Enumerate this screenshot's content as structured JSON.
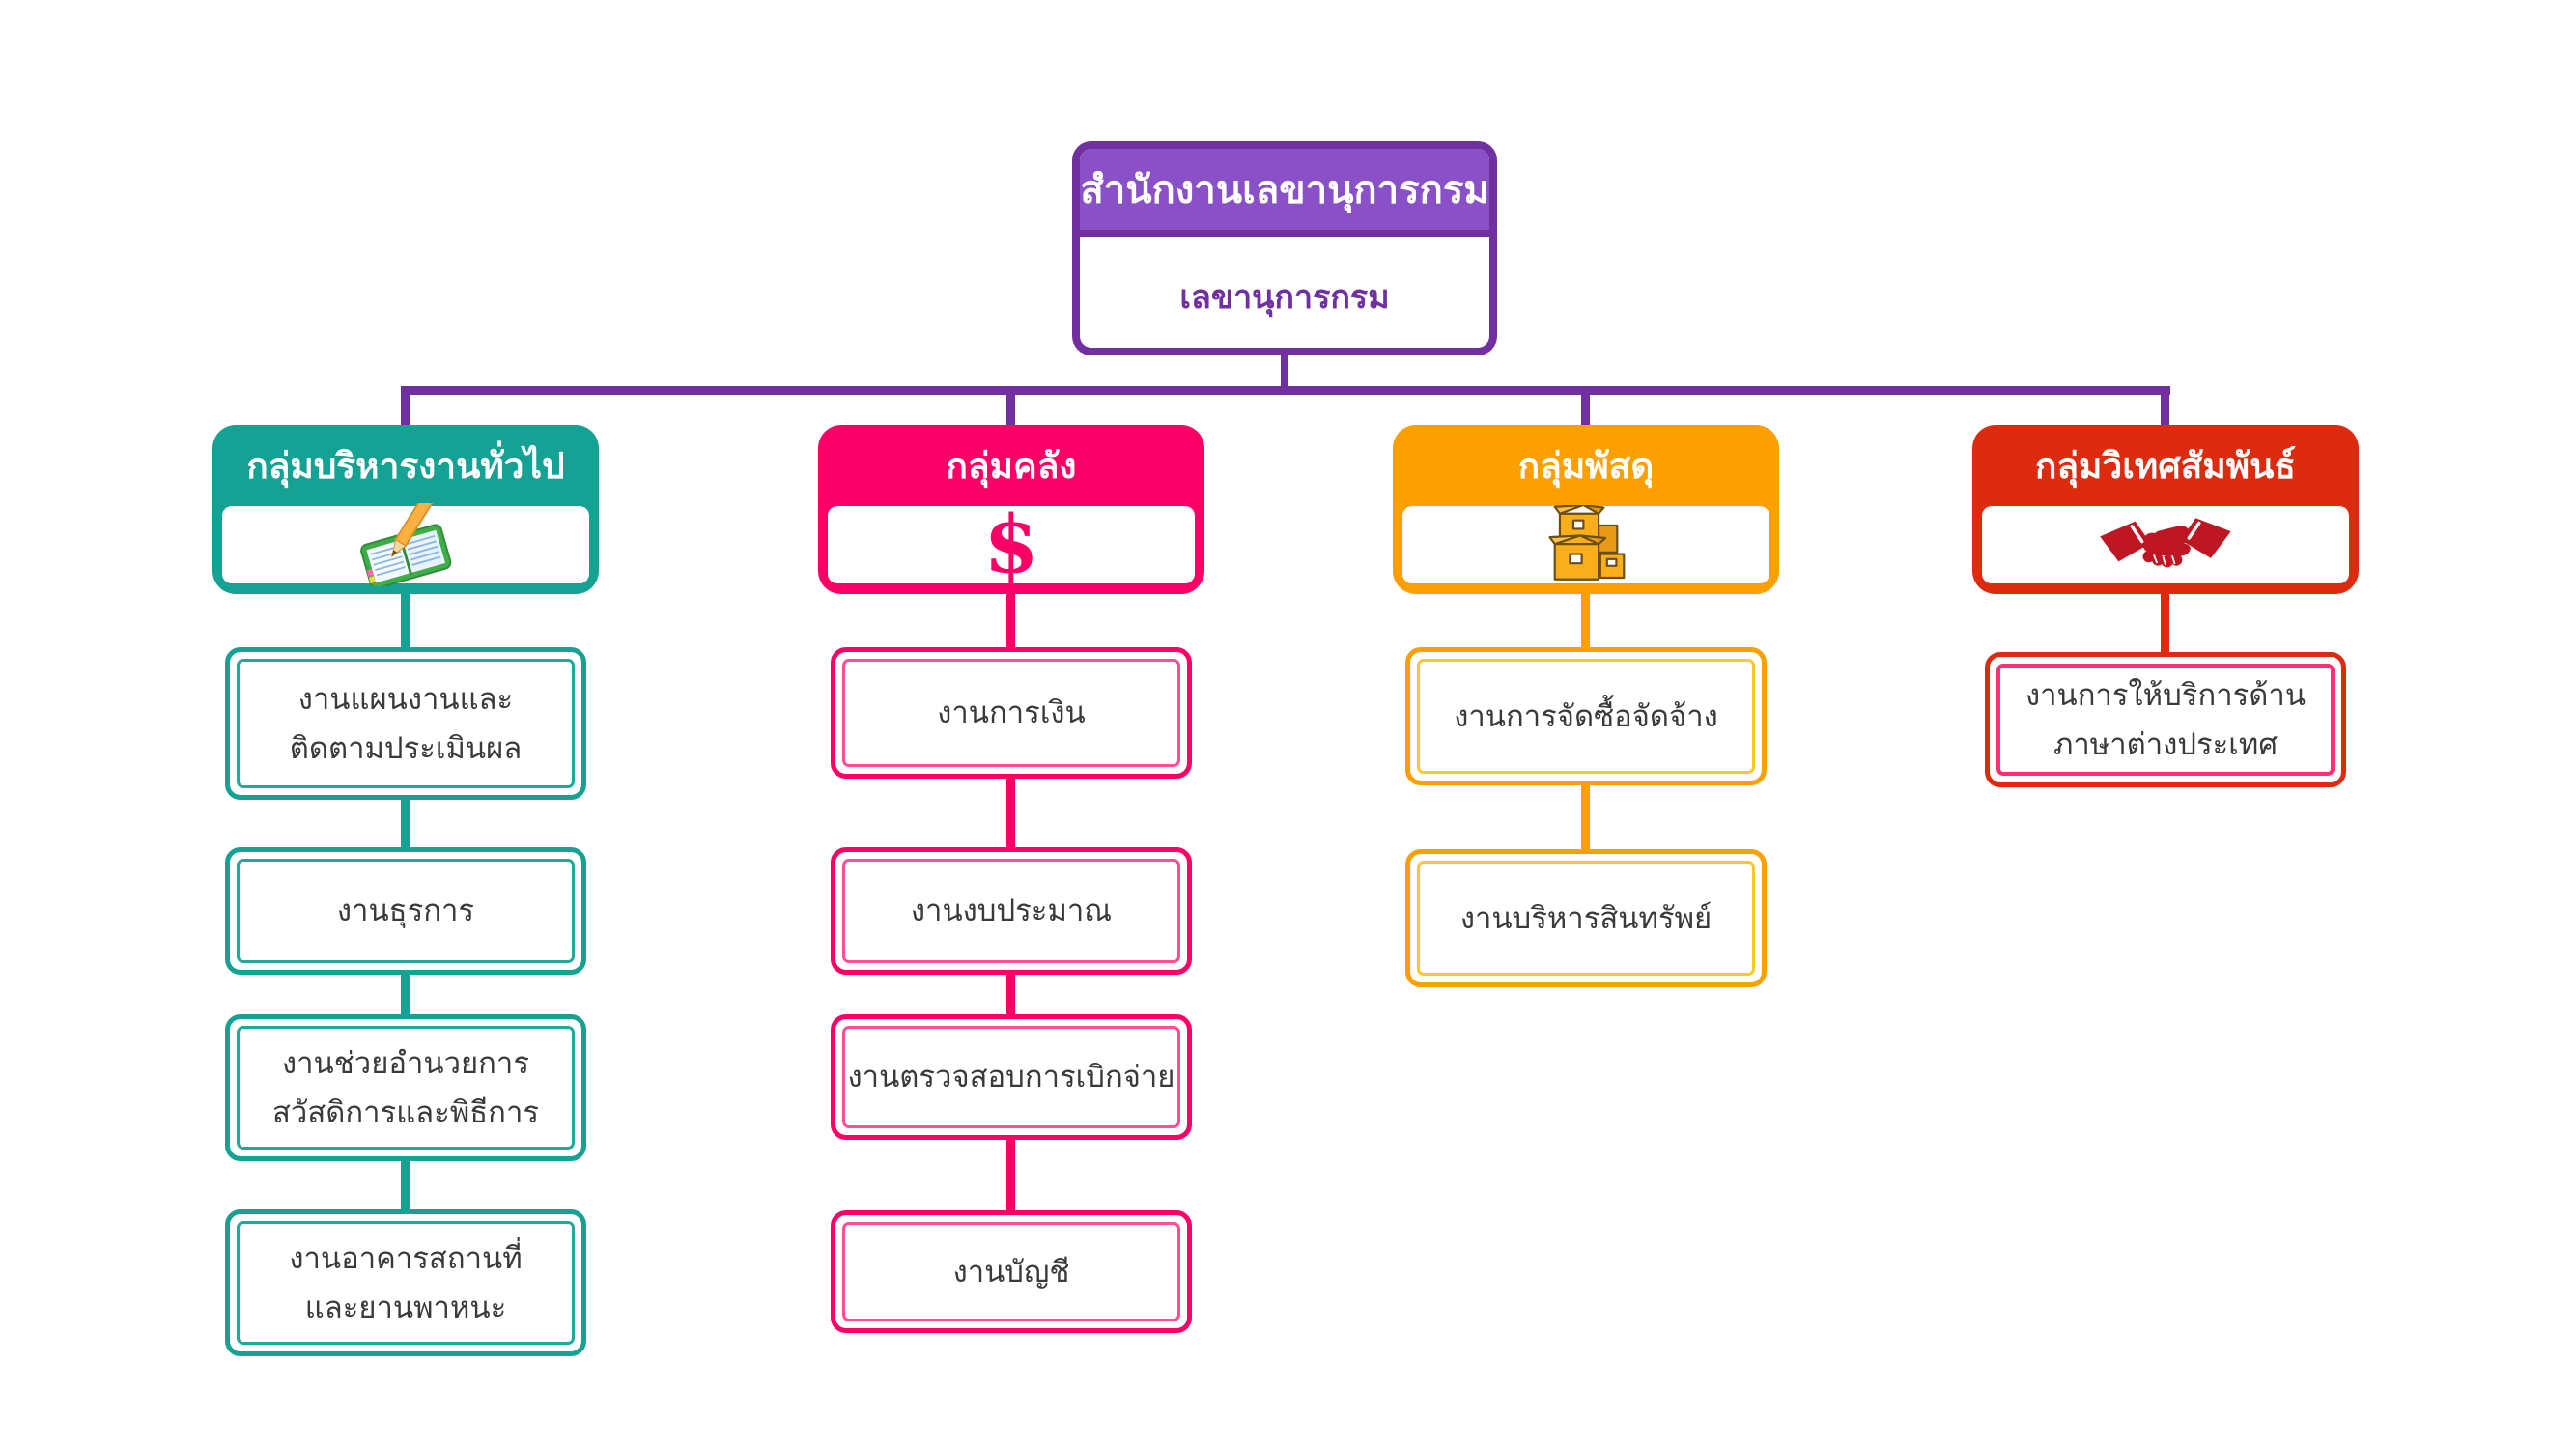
{
  "chart": {
    "root": {
      "title": "สำนักงานเลขานุการกรม",
      "subtitle": "เลขานุการกรม"
    },
    "groups": [
      {
        "name": "กลุ่มบริหารงานทั่วไป",
        "icon": "notebook-pencil-icon",
        "color": "#15A193",
        "children": [
          {
            "label": "งานแผนงานและ\nติดตามประเมินผล"
          },
          {
            "label": "งานธุรการ"
          },
          {
            "label": "งานช่วยอำนวยการ\nสวัสดิการและพิธีการ"
          },
          {
            "label": "งานอาคารสถานที่\nและยานพาหนะ"
          }
        ]
      },
      {
        "name": "กลุ่มคลัง",
        "icon": "dollar-icon",
        "color": "#FB0066",
        "dollar_glyph": "$",
        "children": [
          {
            "label": "งานการเงิน"
          },
          {
            "label": "งานงบประมาณ"
          },
          {
            "label": "งานตรวจสอบการเบิกจ่าย"
          },
          {
            "label": "งานบัญชี"
          }
        ]
      },
      {
        "name": "กลุ่มพัสดุ",
        "icon": "boxes-icon",
        "color": "#FBA000",
        "children": [
          {
            "label": "งานการจัดซื้อจัดจ้าง"
          },
          {
            "label": "งานบริหารสินทรัพย์"
          }
        ]
      },
      {
        "name": "กลุ่มวิเทศสัมพันธ์",
        "icon": "handshake-icon",
        "color": "#DD2B10",
        "children": [
          {
            "label": "งานการให้บริการด้าน\nภาษาต่างประเทศ"
          }
        ]
      }
    ],
    "colors": {
      "connector": "#7030A0",
      "root_header_fill": "#8A50C7",
      "root_border": "#7030A0",
      "teal": "#15A193",
      "pink": "#FB0066",
      "orange": "#FBA000",
      "red": "#DD2B10",
      "red_child_inner_border": "#FF2E77"
    }
  }
}
